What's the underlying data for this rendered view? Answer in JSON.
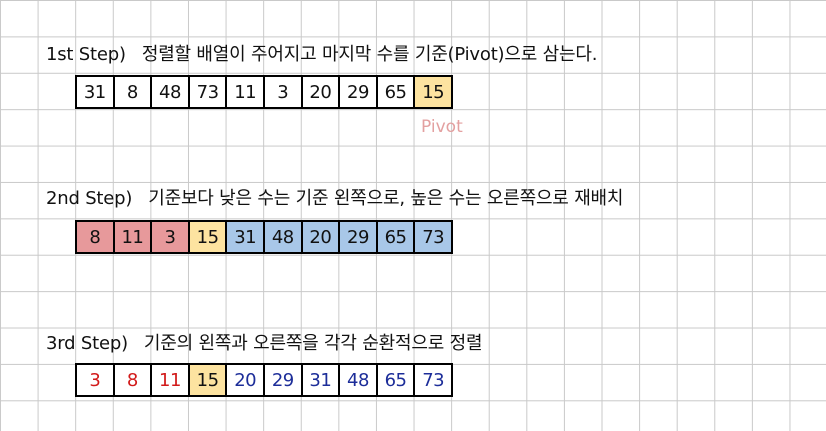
{
  "colors": {
    "pivot_fill": "#fde3a0",
    "less_fill": "#e7999b",
    "greater_fill": "#a8c7e8",
    "sorted_less_text": "#d21a1a",
    "sorted_greater_text": "#1c2d99",
    "pivot_label_text": "#e3a0a0"
  },
  "steps": [
    {
      "name": "1st Step)",
      "description": "정렬할 배열이 주어지고 마지막 수를 기준(Pivot)으로 삼는다.",
      "cells": [
        {
          "value": "31",
          "role": "plain"
        },
        {
          "value": "8",
          "role": "plain"
        },
        {
          "value": "48",
          "role": "plain"
        },
        {
          "value": "73",
          "role": "plain"
        },
        {
          "value": "11",
          "role": "plain"
        },
        {
          "value": "3",
          "role": "plain"
        },
        {
          "value": "20",
          "role": "plain"
        },
        {
          "value": "29",
          "role": "plain"
        },
        {
          "value": "65",
          "role": "plain"
        },
        {
          "value": "15",
          "role": "pivot"
        }
      ],
      "pivot_label": "Pivot"
    },
    {
      "name": "2nd Step)",
      "description": "기준보다 낮은 수는 기준 왼쪽으로, 높은 수는 오른쪽으로 재배치",
      "cells": [
        {
          "value": "8",
          "role": "less"
        },
        {
          "value": "11",
          "role": "less"
        },
        {
          "value": "3",
          "role": "less"
        },
        {
          "value": "15",
          "role": "pivot"
        },
        {
          "value": "31",
          "role": "greater"
        },
        {
          "value": "48",
          "role": "greater"
        },
        {
          "value": "20",
          "role": "greater"
        },
        {
          "value": "29",
          "role": "greater"
        },
        {
          "value": "65",
          "role": "greater"
        },
        {
          "value": "73",
          "role": "greater"
        }
      ]
    },
    {
      "name": "3rd Step)",
      "description": "기준의 왼쪽과 오른쪽을 각각 순환적으로 정렬",
      "cells": [
        {
          "value": "3",
          "role": "sorted-less"
        },
        {
          "value": "8",
          "role": "sorted-less"
        },
        {
          "value": "11",
          "role": "sorted-less"
        },
        {
          "value": "15",
          "role": "pivot"
        },
        {
          "value": "20",
          "role": "sorted-greater"
        },
        {
          "value": "29",
          "role": "sorted-greater"
        },
        {
          "value": "31",
          "role": "sorted-greater"
        },
        {
          "value": "48",
          "role": "sorted-greater"
        },
        {
          "value": "65",
          "role": "sorted-greater"
        },
        {
          "value": "73",
          "role": "sorted-greater"
        }
      ]
    }
  ]
}
